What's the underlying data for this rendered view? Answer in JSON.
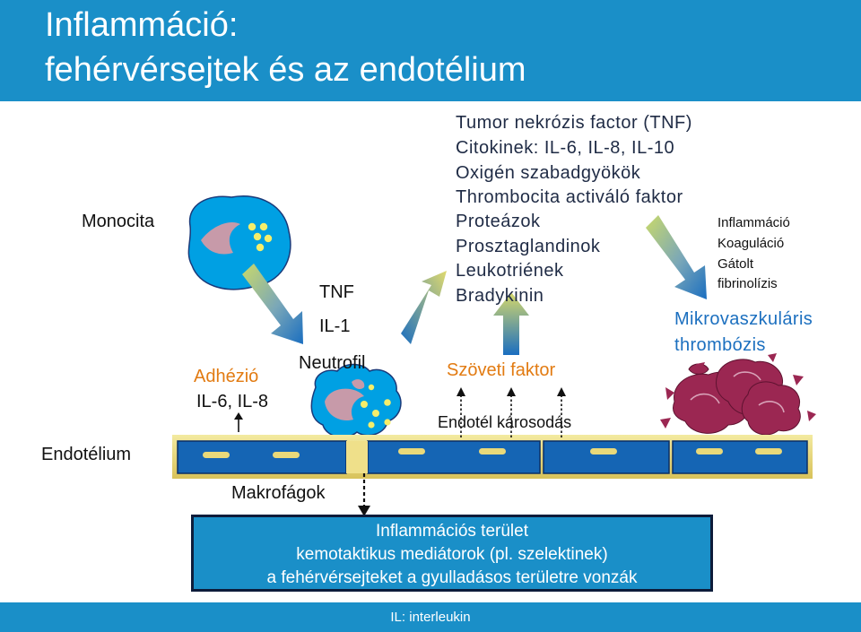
{
  "title": {
    "line1": "Inflammáció:",
    "line2": "fehérvérsejtek és az endotélium"
  },
  "labels": {
    "monocita": "Monocita",
    "endotelium": "Endotélium",
    "adhezio": "Adhézió",
    "il6_il8": "IL-6, IL-8",
    "tnf": "TNF",
    "il1": "IL-1",
    "neutrofil": "Neutrofil",
    "makrofagok": "Makrofágok",
    "szoveti_faktor": "Szöveti faktor",
    "endotel_karosodas": "Endotél károsodás",
    "mikrovaszkularis_1": "Mikrovaszkuláris",
    "mikrovaszkularis_2": "thrombózis"
  },
  "mediators": [
    "Tumor nekrózis factor (TNF)",
    "Citokinek: IL-6, IL-8, IL-10",
    "Oxigén szabadgyökök",
    "Thrombocita activáló faktor",
    "Proteázok",
    "Prosztaglandinok",
    "Leukotriének",
    "Bradykinin"
  ],
  "effects": [
    "Inflammáció",
    "Koaguláció",
    "Gátolt",
    "fibrinolízis"
  ],
  "info_box": {
    "line1": "Inflammációs terület",
    "line2": "kemotaktikus mediátorok (pl. szelektinek)",
    "line3": "a fehérvérsejteket a gyulladásos területre vonzák"
  },
  "footer": "IL: interleukin",
  "colors": {
    "header": "#1a8fc8",
    "cell_blue": "#00a0e3",
    "endothelium": "#1565b4",
    "orange_text": "#e27b12",
    "blue_text": "#1b6fbf",
    "platelet": "#9b2752"
  }
}
